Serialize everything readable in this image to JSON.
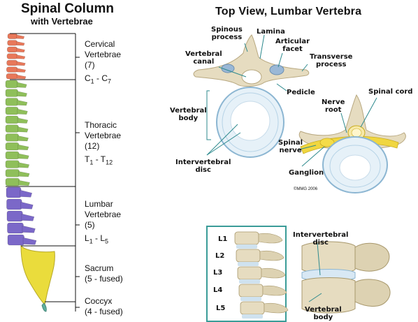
{
  "left_panel": {
    "title": "Spinal Column",
    "subtitle": "with Vertebrae",
    "regions": [
      {
        "name_line1": "Cervical",
        "name_line2": "Vertebrae",
        "count": "(7)",
        "range_a": "C",
        "sub_a": "1",
        "range_sep": " - C",
        "sub_b": "7"
      },
      {
        "name_line1": "Thoracic",
        "name_line2": "Vertebrae",
        "count": "(12)",
        "range_a": "T",
        "sub_a": "1",
        "range_sep": " - T",
        "sub_b": "12"
      },
      {
        "name_line1": "Lumbar",
        "name_line2": "Vertebrae",
        "count": "(5)",
        "range_a": "L",
        "sub_a": "1",
        "range_sep": " - L",
        "sub_b": "5"
      },
      {
        "name_line1": "Sacrum",
        "count": "(5 - fused)"
      },
      {
        "name_line1": "Coccyx",
        "count": "(4 - fused)"
      }
    ],
    "colors": {
      "cervical": "#e8785a",
      "thoracic": "#8fbf5a",
      "lumbar": "#7b68c8",
      "sacrum": "#eadc3c",
      "coccyx": "#5fae9e"
    }
  },
  "top_view": {
    "title": "Top View, Lumbar Vertebra",
    "labels": {
      "spinous_process": [
        "Spinous",
        "process"
      ],
      "lamina": [
        "Lamina"
      ],
      "articular_facet": [
        "Articular",
        "facet"
      ],
      "vertebral_canal": [
        "Vertebral",
        "canal"
      ],
      "transverse_process": [
        "Transverse",
        "process"
      ],
      "pedicle": [
        "Pedicle"
      ],
      "spinal_cord": [
        "Spinal cord"
      ],
      "nerve_root": [
        "Nerve",
        "root"
      ],
      "vertebral_body": [
        "Vertebral",
        "body"
      ],
      "spinal_nerve": [
        "Spinal",
        "nerve"
      ],
      "intervertebral_disc": [
        "Intervertebral",
        "disc"
      ],
      "ganglion": [
        "Ganglion"
      ]
    },
    "copyright": "©MMG 2006"
  },
  "side_view": {
    "levels": [
      "L1",
      "L2",
      "L3",
      "L4",
      "L5"
    ],
    "labels": {
      "intervertebral_disc": [
        "Intervertebral",
        "disc"
      ],
      "vertebral_body": [
        "Vertebral",
        "body"
      ]
    },
    "frame_color": "#3a9c98"
  }
}
